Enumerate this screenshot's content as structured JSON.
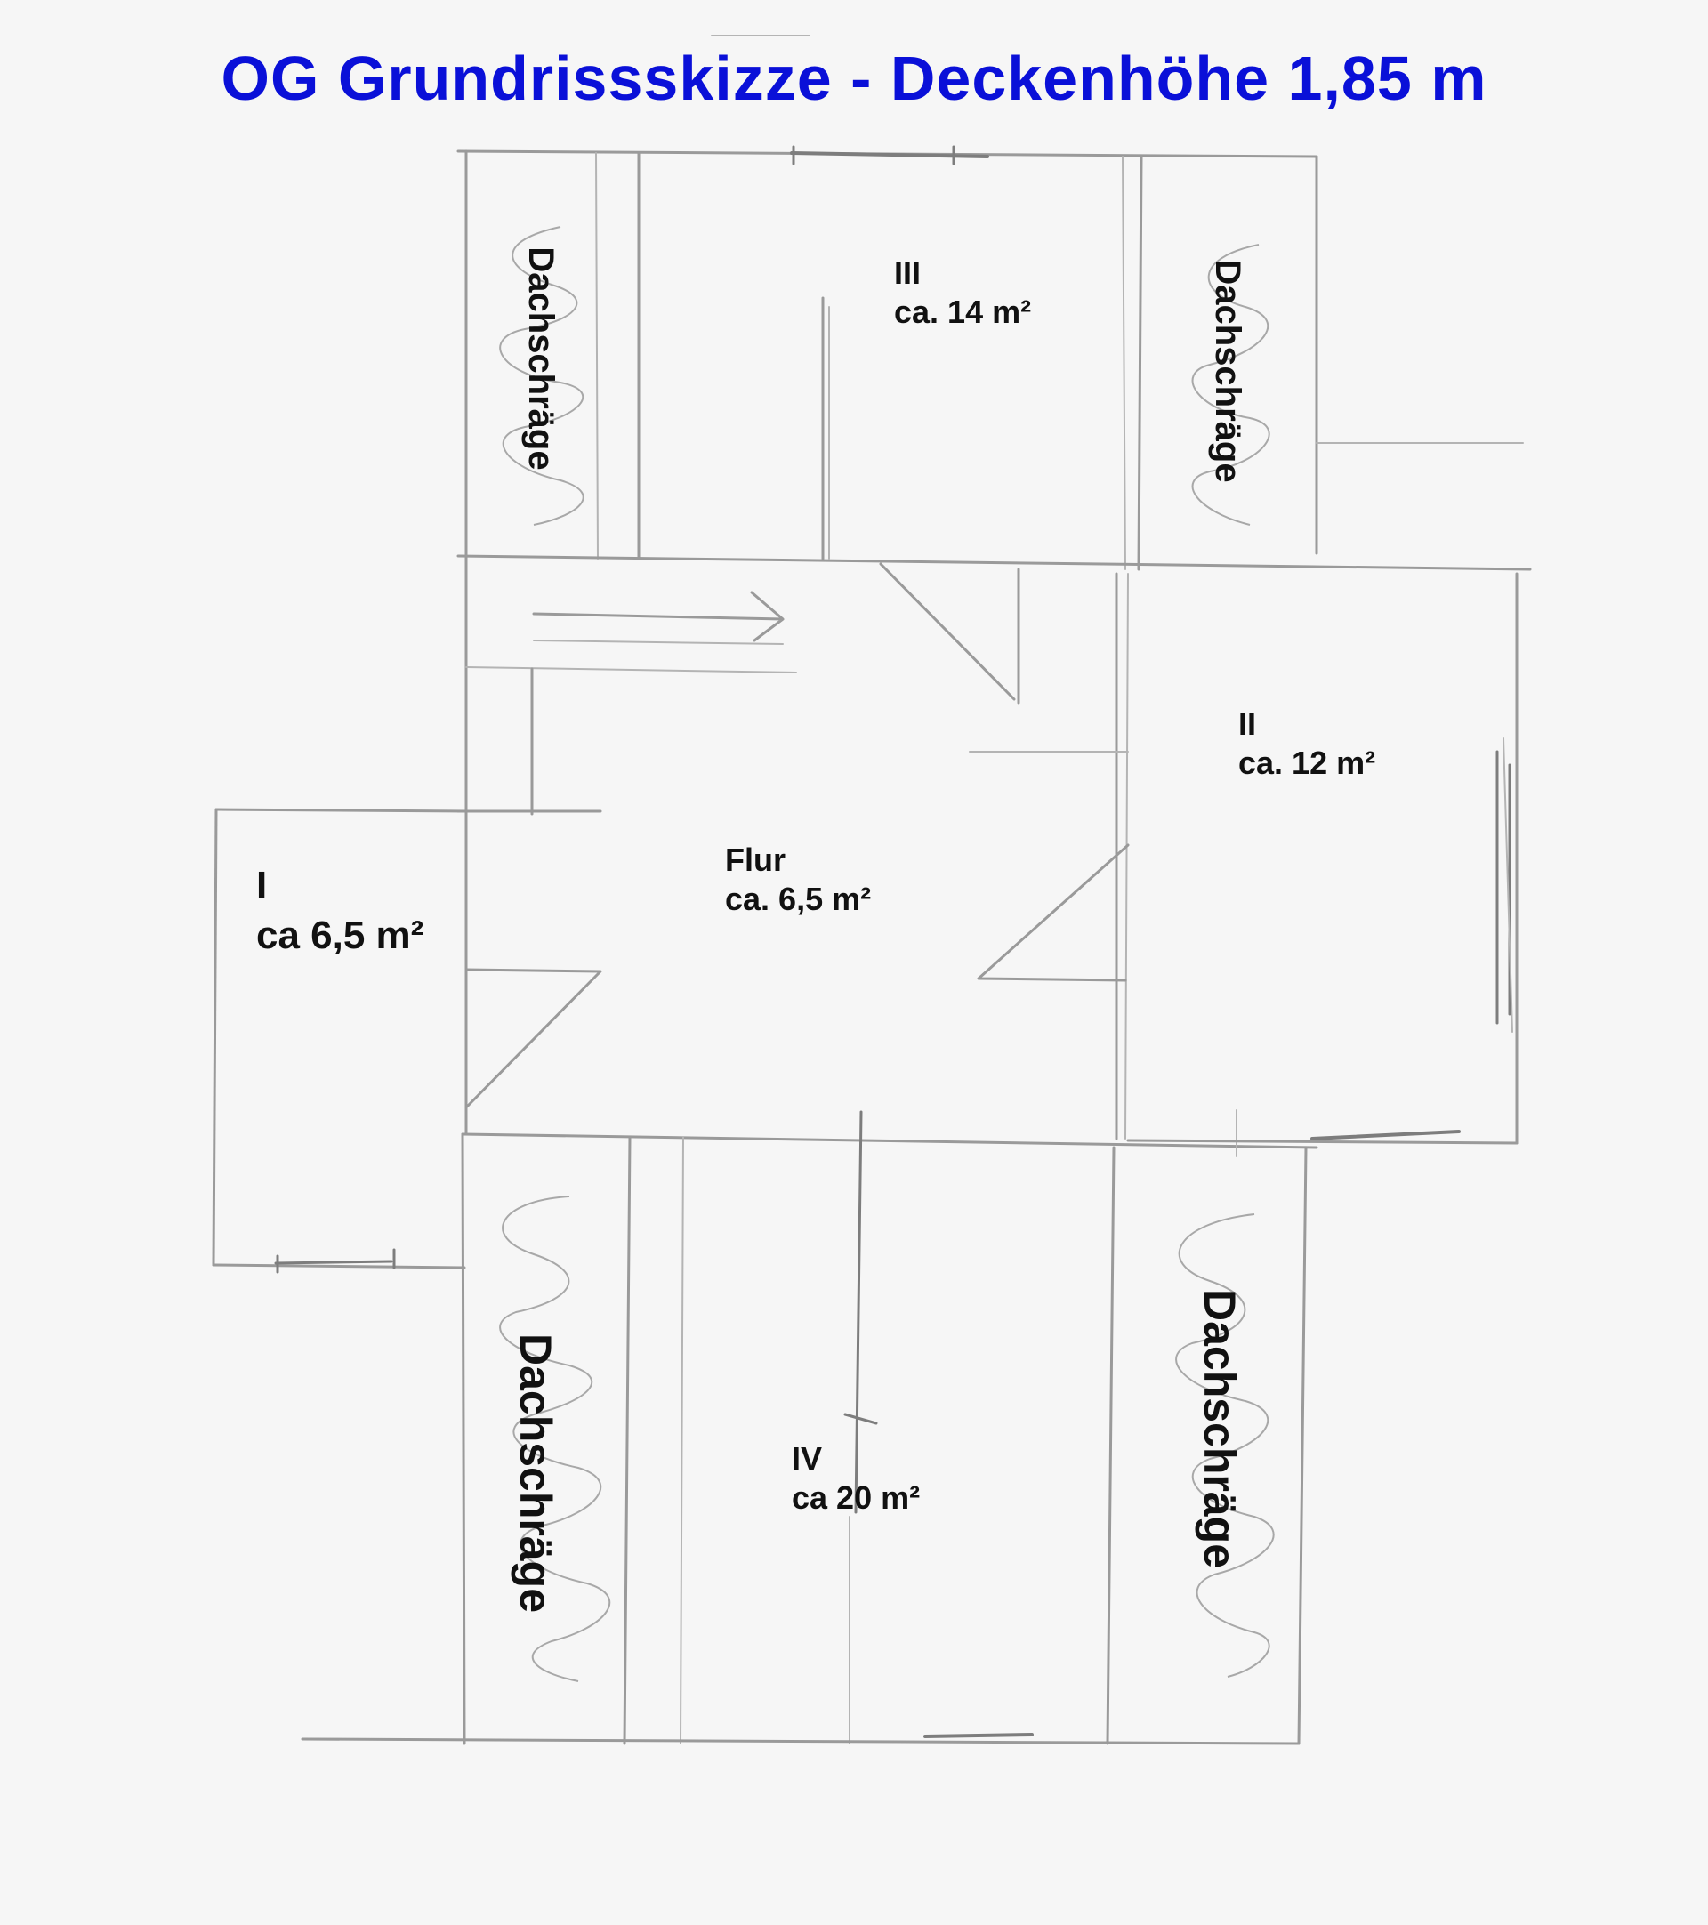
{
  "title": "OG Grundrissskizze - Deckenhöhe 1,85 m",
  "colors": {
    "title": "#0a10d8",
    "pencil": "#9a9a9a",
    "text": "#111111"
  },
  "rooms": [
    {
      "id": "I",
      "name": "I",
      "area": "ca 6,5 m²"
    },
    {
      "id": "II",
      "name": "II",
      "area": "ca. 12 m²"
    },
    {
      "id": "III",
      "name": "III",
      "area": "ca. 14 m²"
    },
    {
      "id": "IV",
      "name": "IV",
      "area": "ca 20 m²"
    },
    {
      "id": "flur",
      "name": "Flur",
      "area": "ca. 6,5 m²"
    }
  ],
  "slopes": [
    {
      "position": "top-left",
      "text": "Dachschräge"
    },
    {
      "position": "top-right",
      "text": "Dachschräge"
    },
    {
      "position": "bottom-left",
      "text": "Dachschräge"
    },
    {
      "position": "bottom-right",
      "text": "Dachschräge"
    }
  ]
}
